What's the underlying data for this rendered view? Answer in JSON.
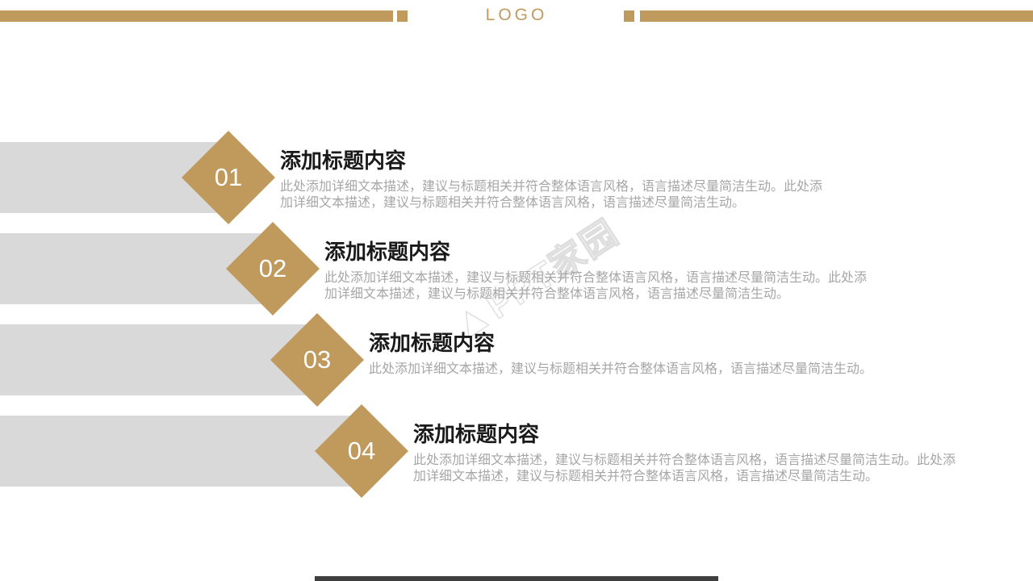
{
  "header": {
    "logo_text": "LOGO"
  },
  "watermark": {
    "icon_glyph": "▲",
    "text": "PPT家园"
  },
  "items": [
    {
      "number": "01",
      "title": "添加标题内容",
      "body_lines": [
        "此处添加详细文本描述，建议与标题相关并符合整体语言风格，语言描述尽量简洁生动。此处添",
        "加详细文本描述，建议与标题相关并符合整体语言风格，语言描述尽量简洁生动。"
      ]
    },
    {
      "number": "02",
      "title": "添加标题内容",
      "body_lines": [
        "此处添加详细文本描述，建议与标题相关并符合整体语言风格，语言描述尽量简洁生动。此处添",
        "加详细文本描述，建议与标题相关并符合整体语言风格，语言描述尽量简洁生动。"
      ]
    },
    {
      "number": "03",
      "title": "添加标题内容",
      "body_lines": [
        "此处添加详细文本描述，建议与标题相关并符合整体语言风格，语言描述尽量简洁生动。"
      ]
    },
    {
      "number": "04",
      "title": "添加标题内容",
      "body_lines": [
        "此处添加详细文本描述，建议与标题相关并符合整体语言风格，语言描述尽量简洁生动。此处添",
        "加详细文本描述，建议与标题相关并符合整体语言风格，语言描述尽量简洁生动。"
      ]
    }
  ],
  "colors": {
    "gold_accent": "#BF9A5C",
    "row_gray": "#D9D9D9",
    "title_text": "#1A1A1A",
    "body_text": "#A6A6A6",
    "watermark_outline": "#DBDBDB",
    "footer_bar": "#3F3F3F"
  }
}
